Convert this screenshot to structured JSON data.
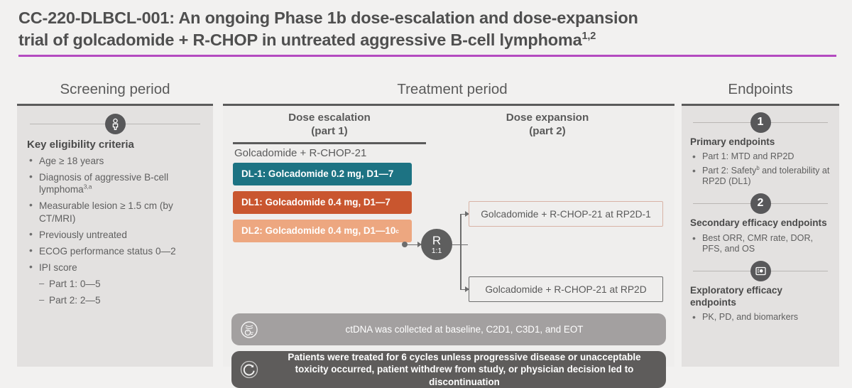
{
  "title": {
    "line1": "CC-220-DLBCL-001: An ongoing Phase 1b dose-escalation and dose-expansion",
    "line2": "trial of golcadomide + R-CHOP in untreated aggressive B-cell lymphoma",
    "line2_sup": "1,2",
    "rule_color": "#b44bc0"
  },
  "screening": {
    "heading": "Screening period",
    "icon": "person-icon",
    "section_title": "Key eligibility criteria",
    "criteria": [
      {
        "text": "Age ≥ 18 years",
        "sup": "",
        "level": "bullet"
      },
      {
        "text": "Diagnosis of aggressive B-cell lymphoma",
        "sup": "3,a",
        "level": "bullet"
      },
      {
        "text": "Measurable lesion ≥ 1.5 cm (by CT/MRI)",
        "sup": "",
        "level": "bullet"
      },
      {
        "text": "Previously untreated",
        "sup": "",
        "level": "bullet"
      },
      {
        "text": "ECOG performance status 0—2",
        "sup": "",
        "level": "bullet"
      },
      {
        "text": "IPI score",
        "sup": "",
        "level": "bullet"
      },
      {
        "text": "Part 1: 0—5",
        "sup": "",
        "level": "dash"
      },
      {
        "text": "Part 2: 2—5",
        "sup": "",
        "level": "dash"
      }
    ]
  },
  "treatment": {
    "heading": "Treatment period",
    "escalation": {
      "head_line1": "Dose escalation",
      "head_line2": "(part 1)",
      "subtitle": "Golcadomide + R-CHOP-21",
      "dose_levels": [
        {
          "label": "DL-1: Golcadomide 0.2 mg, D1—7",
          "sup": "",
          "color": "#1d7383"
        },
        {
          "label": "DL1: Golcadomide 0.4 mg, D1—7",
          "sup": "",
          "color": "#c9562f"
        },
        {
          "label": "DL2: Golcadomide 0.4 mg, D1—10",
          "sup": "c",
          "color": "#eda780"
        }
      ]
    },
    "randomization": {
      "letter": "R",
      "ratio": "1:1"
    },
    "expansion": {
      "head_line1": "Dose expansion",
      "head_line2": "(part 2)",
      "arms": [
        {
          "label": "Golcadomide + R-CHOP-21 at RP2D-1",
          "border_color": "#d8b3a6"
        },
        {
          "label": "Golcadomide + R-CHOP-21 at RP2D",
          "border_color": "#6d6d6d"
        }
      ]
    },
    "info_bars": [
      {
        "icon": "dna-sample-icon",
        "text": "ctDNA was collected at baseline, C2D1, C3D1, and EOT",
        "background": "#a3a0a0"
      },
      {
        "icon": "cycle-arrows-icon",
        "text": "Patients were treated for 6 cycles unless progressive disease or unacceptable toxicity occurred, patient withdrew from study, or physician decision led to discontinuation",
        "background": "#5e5c5b"
      }
    ]
  },
  "endpoints": {
    "heading": "Endpoints",
    "sections": [
      {
        "badge": "1",
        "badge_icon": "number-one-icon",
        "title": "Primary endpoints",
        "items": [
          {
            "text": "Part 1: MTD and RP2D",
            "sup": ""
          },
          {
            "text": "Part 2: Safety",
            "sup": "b",
            "text_after": " and tolerability at RP2D (DL1)"
          }
        ]
      },
      {
        "badge": "2",
        "badge_icon": "number-two-icon",
        "title": "Secondary efficacy endpoints",
        "items": [
          {
            "text": "Best ORR, CMR rate, DOR, PFS, and OS",
            "sup": ""
          }
        ]
      },
      {
        "badge": "",
        "badge_icon": "microscope-slide-icon",
        "title": "Exploratory efficacy endpoints",
        "items": [
          {
            "text": "PK, PD, and biomarkers",
            "sup": ""
          }
        ]
      }
    ]
  }
}
